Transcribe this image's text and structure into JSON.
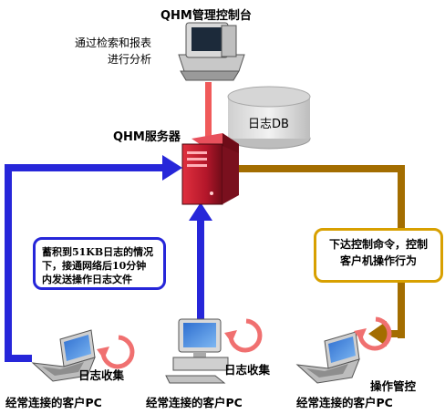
{
  "console": {
    "label": "QHM管理控制台"
  },
  "analysis_note": {
    "lines": [
      "通过检索和报表",
      "进行分析"
    ]
  },
  "database": {
    "label": "日志DB"
  },
  "server": {
    "label": "QHM服务器"
  },
  "upload_note": {
    "lines": [
      "蓄积到51KB日志的情况",
      "下，接通网络后10分钟",
      "内发送操作日志文件"
    ]
  },
  "control_note": {
    "lines": [
      "下达控制命令，控制",
      "客户机操作行为"
    ]
  },
  "clients": [
    {
      "pc_label": "经常连接的客户PC",
      "action_label": "日志收集"
    },
    {
      "pc_label": "经常连接的客户PC",
      "action_label": "日志收集"
    },
    {
      "pc_label": "经常连接的客户PC",
      "action_label": "操作管控"
    }
  ],
  "colors": {
    "blue_flow": "#2626d9",
    "gold_flow": "#a36d00",
    "console_link": "#f05a5a",
    "refresh_icon": "#f07070",
    "server": "#b3162a"
  },
  "icons": [
    "desktop-monitor-icon",
    "database-cylinder-icon",
    "server-tower-icon",
    "laptop-icon",
    "desktop-pc-icon",
    "refresh-cycle-icon"
  ]
}
